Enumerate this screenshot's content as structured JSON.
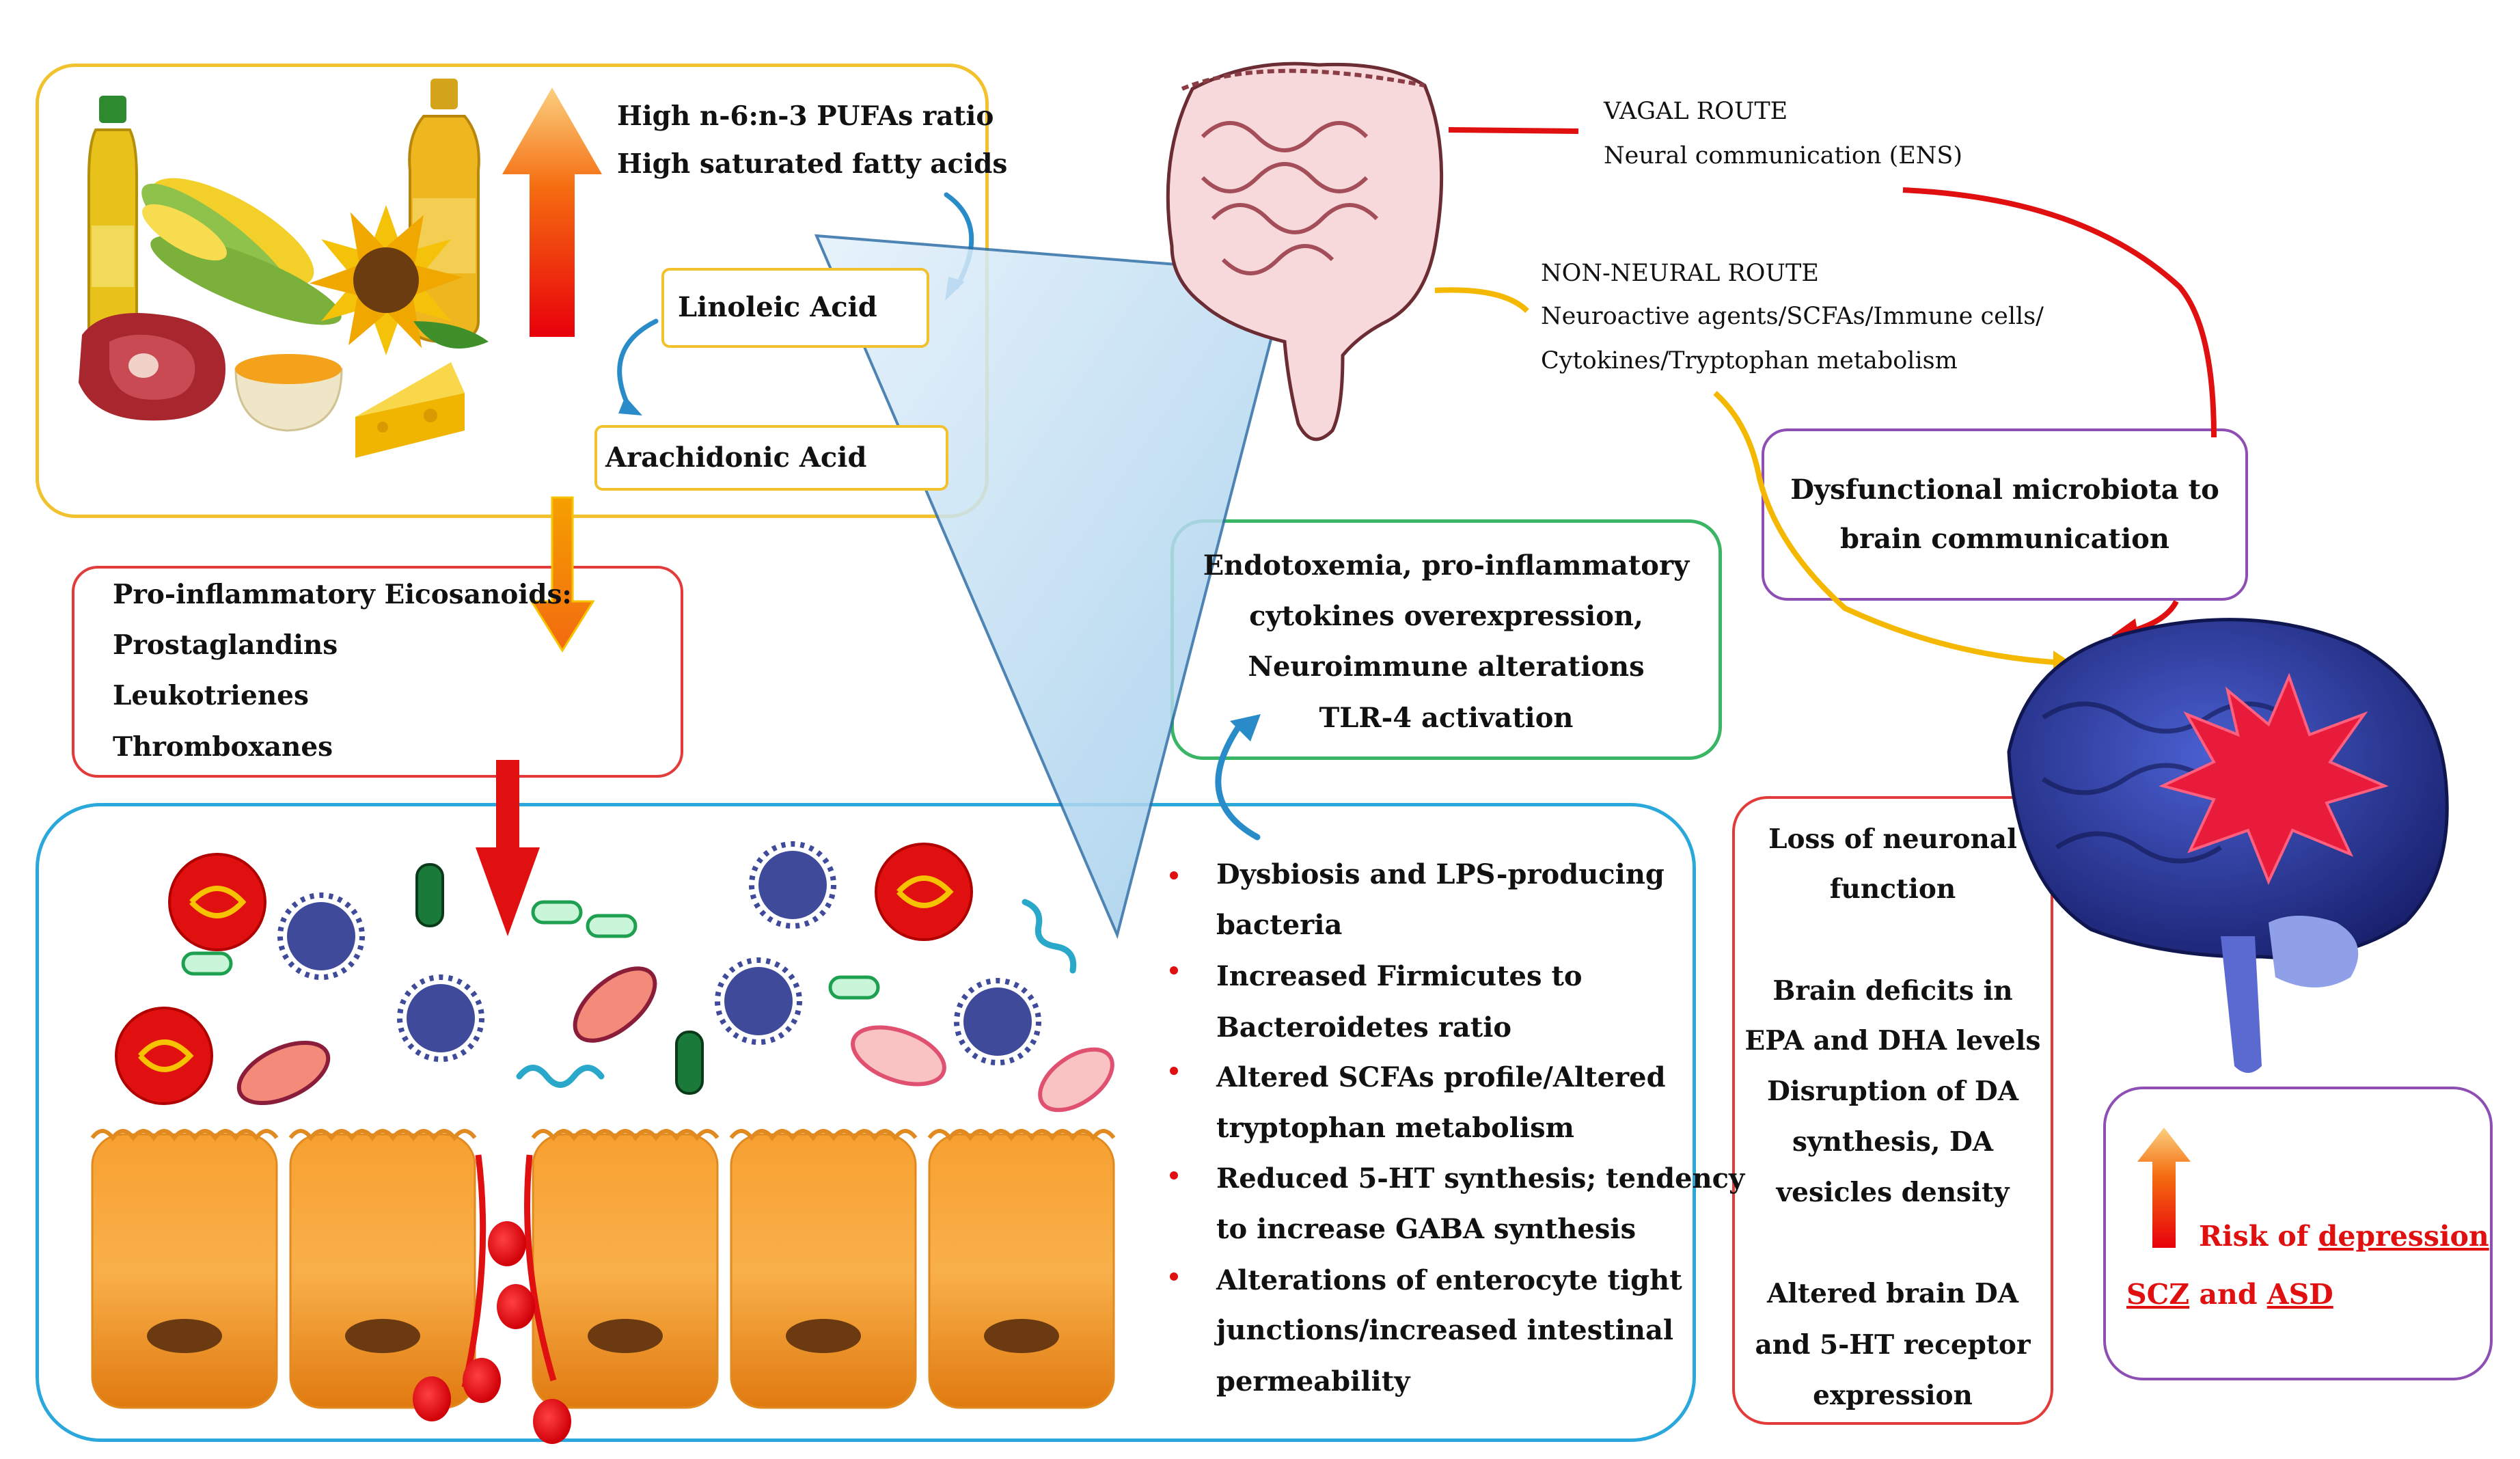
{
  "diet": {
    "ratio": "High n-6:n-3 PUFAs ratio",
    "saturated": "High saturated fatty acids",
    "linoleic": "Linoleic Acid",
    "arachidonic": "Arachidonic Acid"
  },
  "eicosanoids": {
    "title": "Pro-inflammatory Eicosanoids:",
    "items": [
      "Prostaglandins",
      "Leukotrienes",
      "Thromboxanes"
    ]
  },
  "gut_effects": [
    [
      "Dysbiosis and LPS-producing",
      "bacteria"
    ],
    [
      "Increased Firmicutes to",
      "Bacteroidetes ratio"
    ],
    [
      "Altered SCFAs profile/Altered",
      "tryptophan metabolism"
    ],
    [
      "Reduced 5-HT synthesis; tendency",
      "to increase GABA synthesis"
    ],
    [
      "Alterations of enterocyte tight",
      "junctions/increased intestinal",
      "permeability"
    ]
  ],
  "endotoxemia": [
    "Endotoxemia, pro-inflammatory",
    "cytokines overexpression,",
    "Neuroimmune alterations",
    "TLR-4 activation"
  ],
  "vagal": {
    "title": "VAGAL ROUTE",
    "desc": "Neural communication (ENS)"
  },
  "non_neural": {
    "title": "NON-NEURAL ROUTE",
    "line1": "Neuroactive agents/SCFAs/Immune cells/",
    "line2": "Cytokines/Tryptophan metabolism"
  },
  "dysfunction": [
    "Dysfunctional microbiota to",
    "brain communication"
  ],
  "brain_effects": [
    [
      "Loss of neuronal",
      "function"
    ],
    [
      "Brain deficits in",
      "EPA and DHA levels",
      "Disruption of DA",
      "synthesis, DA",
      "vesicles density"
    ],
    [
      "Altered brain DA",
      "and 5-HT receptor",
      "expression"
    ]
  ],
  "risk": {
    "prefix": "Risk of ",
    "depression": "depression",
    "scz": "SCZ",
    "and": " and ",
    "asd": "ASD"
  },
  "colors": {
    "diet_border": "#f2c22e",
    "eicosanoid_border": "#e33a3a",
    "gut_border": "#2aa8dc",
    "endotoxemia_border": "#3ab565",
    "dysfunction_border": "#8e4fb5",
    "brain_box_border": "#e33a3a",
    "risk_border": "#8e4fb5",
    "vagal_line": "#e01010",
    "non_neural_line": "#f5b800",
    "accent_red": "#e01010"
  }
}
